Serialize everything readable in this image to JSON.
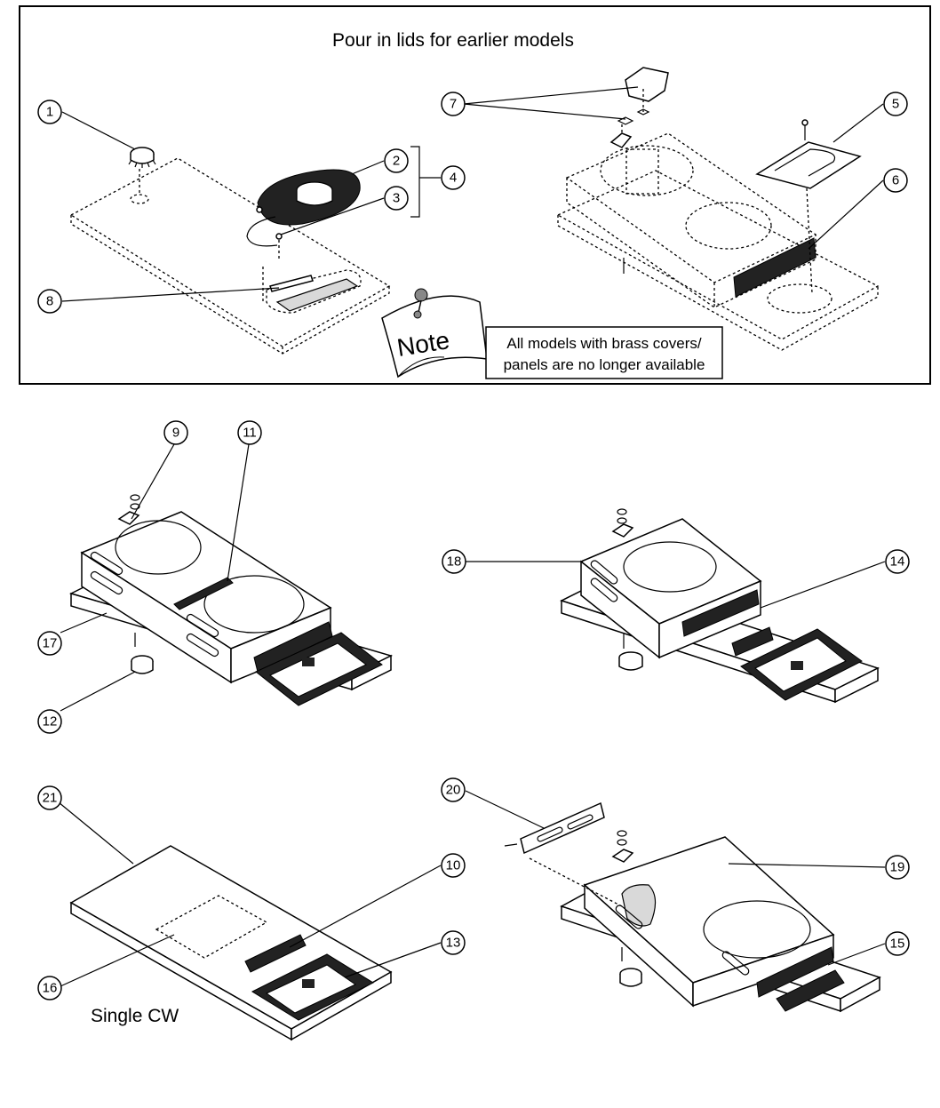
{
  "title": "Pour in lids for earlier models",
  "note": {
    "tag": "Note",
    "line1": "All models with brass covers/",
    "line2": "panels are no longer available"
  },
  "single_cw_label": "Single CW",
  "callouts": {
    "c1": "1",
    "c2": "2",
    "c3": "3",
    "c4": "4",
    "c5": "5",
    "c6": "6",
    "c7": "7",
    "c8": "8",
    "c9": "9",
    "c10": "10",
    "c11": "11",
    "c12": "12",
    "c13": "13",
    "c14": "14",
    "c15": "15",
    "c16": "16",
    "c17": "17",
    "c18": "18",
    "c19": "19",
    "c20": "20",
    "c21": "21"
  }
}
